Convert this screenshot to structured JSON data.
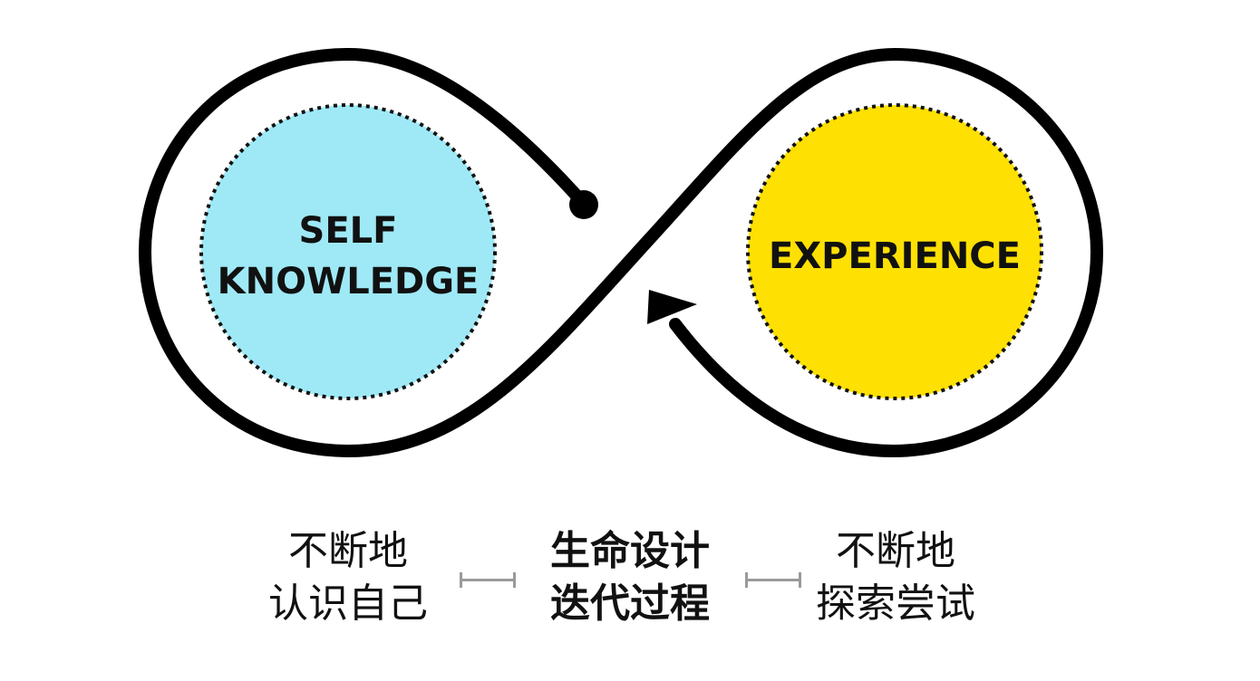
{
  "diagram": {
    "left_circle": {
      "line1": "SELF",
      "line2": "KNOWLEDGE",
      "fill": "#9FE9F7"
    },
    "right_circle": {
      "label": "EXPERIENCE",
      "fill": "#FEE002"
    },
    "loop_color": "#000000"
  },
  "captions": {
    "left": {
      "line1": "不断地",
      "line2": "认识自己"
    },
    "center": {
      "line1": "生命设计",
      "line2": "迭代过程"
    },
    "right": {
      "line1": "不断地",
      "line2": "探索尝试"
    }
  }
}
